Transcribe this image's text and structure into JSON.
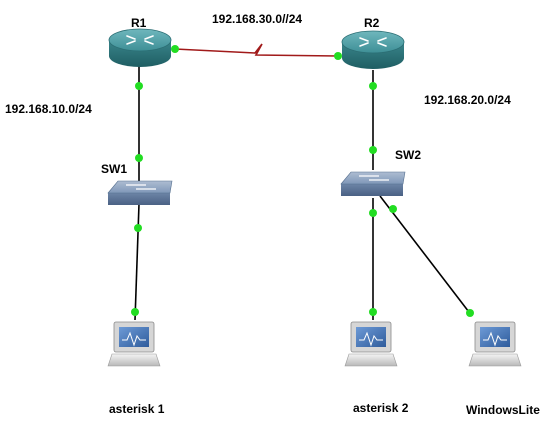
{
  "devices": {
    "r1": {
      "name": "R1",
      "type": "router"
    },
    "r2": {
      "name": "R2",
      "type": "router"
    },
    "sw1": {
      "name": "SW1",
      "type": "switch"
    },
    "sw2": {
      "name": "SW2",
      "type": "switch"
    },
    "asterisk1": {
      "name": "asterisk 1",
      "type": "pc"
    },
    "asterisk2": {
      "name": "asterisk 2",
      "type": "pc"
    },
    "windowslite": {
      "name": "WindowsLite",
      "type": "pc"
    }
  },
  "networks": {
    "wan": "192.168.30.0//24",
    "lan1": "192.168.10.0/24",
    "lan2": "192.168.20.0/24"
  },
  "links": [
    {
      "from": "r1",
      "to": "r2",
      "style": "serial",
      "color": "#a11a1a"
    },
    {
      "from": "r1",
      "to": "sw1",
      "style": "ethernet",
      "color": "#000000"
    },
    {
      "from": "sw1",
      "to": "asterisk1",
      "style": "ethernet",
      "color": "#000000"
    },
    {
      "from": "r2",
      "to": "sw2",
      "style": "ethernet",
      "color": "#000000"
    },
    {
      "from": "sw2",
      "to": "asterisk2",
      "style": "ethernet",
      "color": "#000000"
    },
    {
      "from": "sw2",
      "to": "windowslite",
      "style": "ethernet",
      "color": "#000000"
    }
  ],
  "colors": {
    "port_up": "#22dd22",
    "router": "#3e8f96",
    "switch": "#7f97b8",
    "pc_screen": "#3f6fb0"
  }
}
